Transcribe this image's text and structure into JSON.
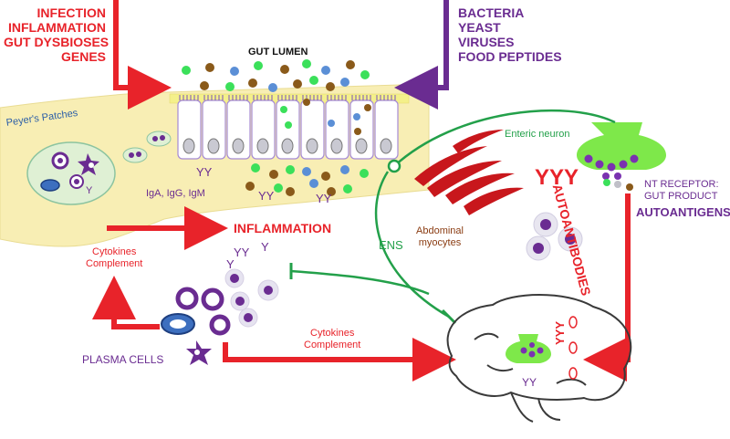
{
  "labels": {
    "causes_left": [
      "INFECTION",
      "INFLAMMATION",
      "GUT DYSBIOSES",
      "GENES"
    ],
    "causes_right": [
      "BACTERIA",
      "YEAST",
      "VIRUSES",
      "FOOD PEPTIDES"
    ],
    "gut_lumen": "GUT LUMEN",
    "peyers_patches": "Peyer's Patches",
    "immunoglobulins": "IgA, IgG, IgM",
    "inflammation": "INFLAMMATION",
    "cytokines_complement_left": [
      "Cytokines",
      "Complement"
    ],
    "cytokines_complement_bottom": [
      "Cytokines",
      "Complement"
    ],
    "plasma_cells": "PLASMA CELLS",
    "enteric_neuron": "Enteric neuron",
    "abdominal_myocytes": [
      "Abdominal",
      "myocytes"
    ],
    "ens": "ENS",
    "autoantibodies": "AUTOANTIBODIES",
    "nt_receptor": [
      "NT RECEPTOR:",
      "GUT PRODUCT"
    ],
    "autoantigens": "AUTOANTIGENS"
  },
  "colors": {
    "red": "#e8232a",
    "purple": "#6a2c91",
    "green": "#23a04a",
    "lime": "#7ee84a",
    "brown": "#8a3c12",
    "tissue": "#f8eeb4"
  }
}
